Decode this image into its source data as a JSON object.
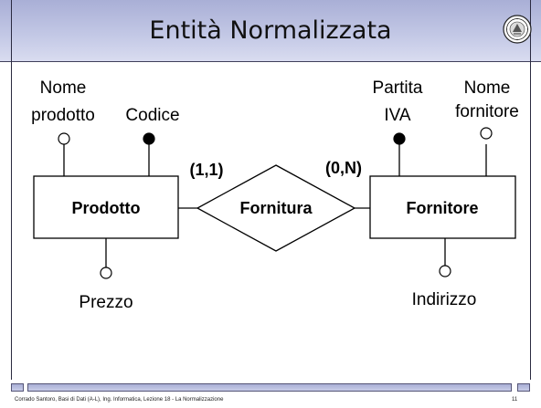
{
  "slide": {
    "title": "Entità Normalizzata",
    "footer": "Corrado Santoro, Basi di Dati (A-L), Ing. Informatica, Lezione 18 - La Normalizzazione",
    "page_number": "11"
  },
  "diagram": {
    "entities": [
      {
        "id": "prodotto",
        "label": "Prodotto"
      },
      {
        "id": "fornitore",
        "label": "Fornitore"
      }
    ],
    "relationship": {
      "label": "Fornitura"
    },
    "cardinalities": {
      "left": "(1,1)",
      "right": "(0,N)"
    },
    "attributes": {
      "nome_prodotto": {
        "line1": "Nome",
        "line2": "prodotto",
        "key": false
      },
      "codice": {
        "label": "Codice",
        "key": true
      },
      "prezzo": {
        "label": "Prezzo",
        "key": false
      },
      "partita_iva": {
        "line1": "Partita",
        "line2": "IVA",
        "key": true
      },
      "nome_fornitore": {
        "line1": "Nome",
        "line2": "fornitore",
        "key": false
      },
      "indirizzo": {
        "label": "Indirizzo",
        "key": false
      }
    }
  },
  "colors": {
    "title_band": "#b8bde0",
    "line": "#000000"
  }
}
